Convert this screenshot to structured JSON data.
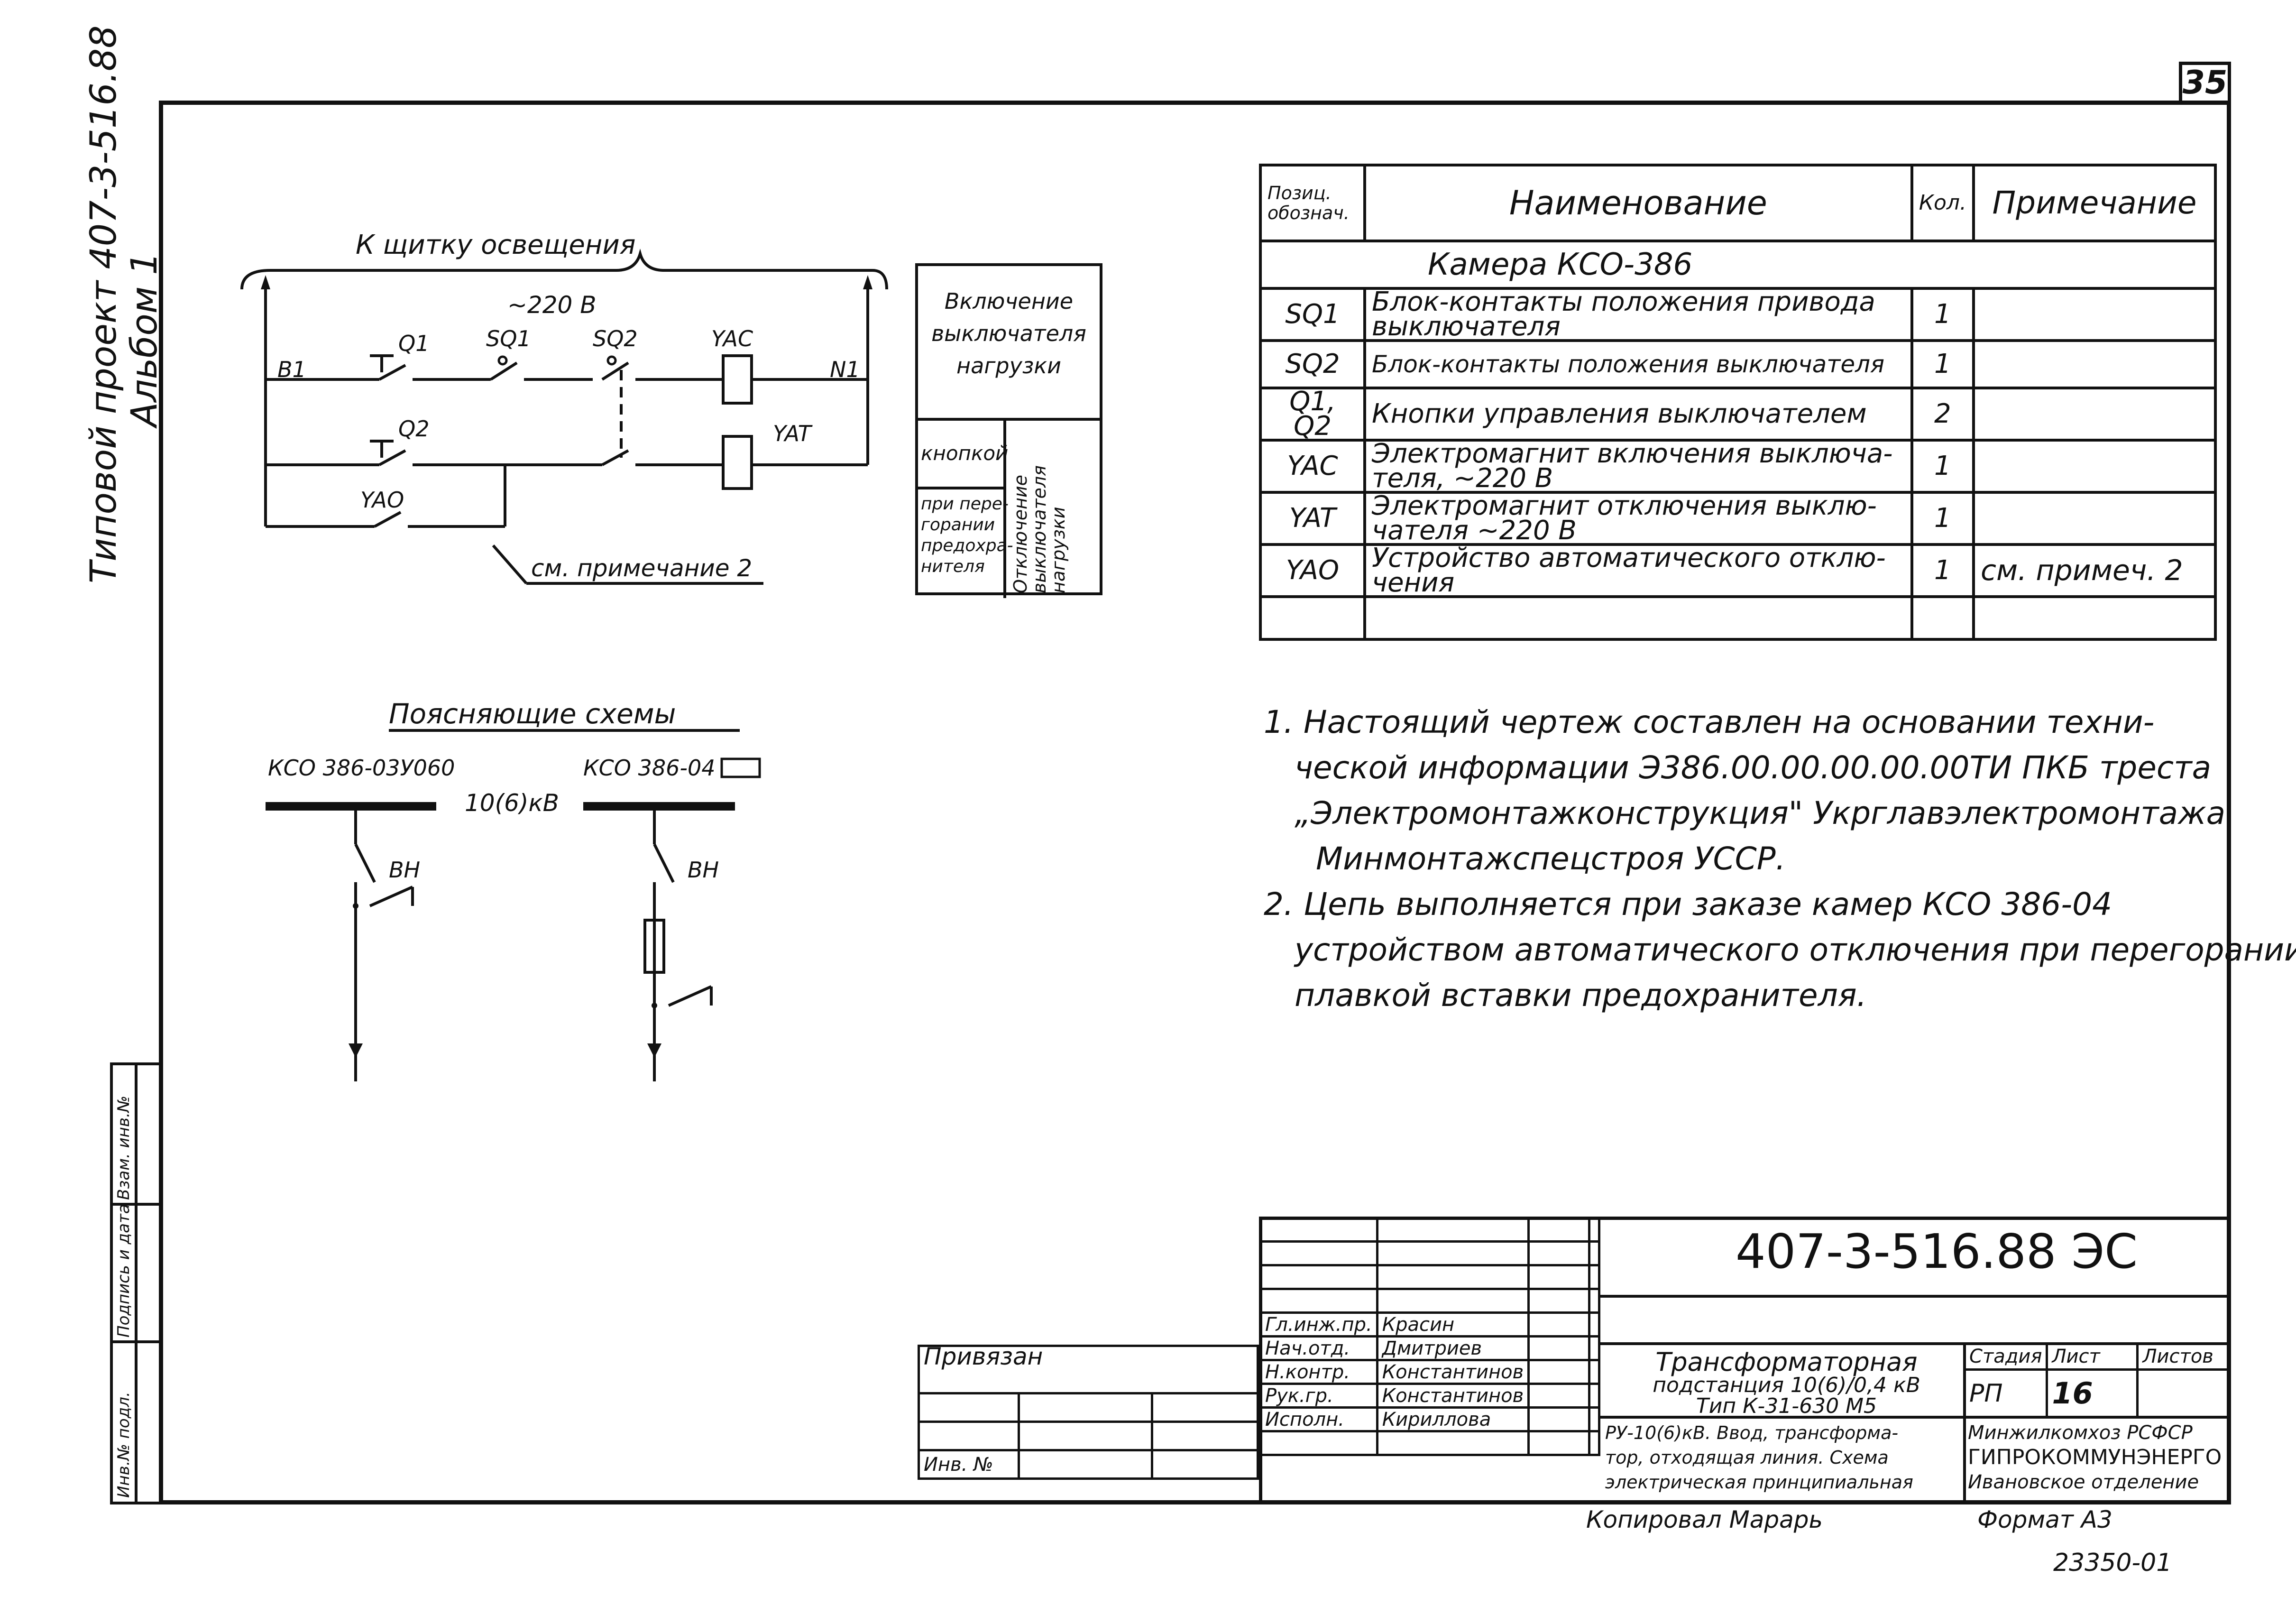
{
  "sheet": {
    "page_number": "35",
    "margin_title_line1": "Типовой проект 407-3-516.88",
    "margin_title_line2": "Альбом 1"
  },
  "stamp_strip": [
    "Инв.№ подл.",
    "Подпись и дата",
    "Взам. инв.№"
  ],
  "circuit": {
    "header": "К щитку освещения",
    "voltage": "~220 В",
    "bus_left": "B1",
    "bus_right": "N1",
    "elements": [
      "Q1",
      "SQ1",
      "SQ2",
      "YAC",
      "Q2",
      "YAT",
      "YAO"
    ],
    "note_ref": "см. примечание 2",
    "legend": {
      "on_title_1": "Включение",
      "on_title_2": "выключателя",
      "on_title_3": "нагрузки",
      "by_button": "кнопкой",
      "by_fuse_1": "при пере-",
      "by_fuse_2": "горании",
      "by_fuse_3": "предохра-",
      "by_fuse_4": "нителя",
      "off_1": "Отключение",
      "off_2": "выключателя",
      "off_3": "нагрузки"
    }
  },
  "explanatory": {
    "title": "Поясняющие схемы",
    "left_label": "КСО 386-03У060",
    "right_label": "КСО 386-04",
    "voltage": "10(6)кВ",
    "switch_left": "ВН",
    "switch_right": "ВН"
  },
  "spec_table": {
    "headers": {
      "pos_1": "Позиц.",
      "pos_2": "обознач.",
      "name": "Наименование",
      "qty": "Кол.",
      "note": "Примечание"
    },
    "group": "Камера КСО-386",
    "rows": [
      {
        "pos": "SQ1",
        "name_1": "Блок-контакты положения привода",
        "name_2": "выключателя",
        "qty": "1",
        "note": ""
      },
      {
        "pos": "SQ2",
        "name_1": "Блок-контакты положения выключателя",
        "name_2": "",
        "qty": "1",
        "note": ""
      },
      {
        "pos": "Q1, Q2",
        "name_1": "Кнопки управления выключателем",
        "name_2": "",
        "qty": "2",
        "note": ""
      },
      {
        "pos": "YAC",
        "name_1": "Электромагнит включения выключа-",
        "name_2": "теля, ~220 В",
        "qty": "1",
        "note": ""
      },
      {
        "pos": "YAT",
        "name_1": "Электромагнит отключения выклю-",
        "name_2": "чателя ~220 В",
        "qty": "1",
        "note": ""
      },
      {
        "pos": "YAO",
        "name_1": "Устройство автоматического отклю-",
        "name_2": "чения",
        "qty": "1",
        "note": "см. примеч. 2"
      }
    ]
  },
  "notes": [
    "1. Настоящий чертеж составлен на основании техни-",
    "ческой информации Э386.00.00.00.00.00ТИ ПКБ треста",
    "„Электромонтажконструкция\" Укрглавэлектромонтажа",
    "Минмонтажспецстроя УССР.",
    "2. Цепь выполняется при заказе камер КСО 386-04",
    "устройством автоматического отключения при перегорании",
    "плавкой вставки предохранителя."
  ],
  "title_block": {
    "doc_code": "407-3-516.88 ЭС",
    "project_1": "Трансформаторная",
    "project_2": "подстанция 10(6)/0,4 кВ",
    "project_3": "Тип К-31-630 М5",
    "stage_h": "Стадия",
    "sheet_h": "Лист",
    "sheets_h": "Листов",
    "stage": "РП",
    "sheet": "16",
    "sheet_title_1": "РУ-10(6)кВ. Ввод, трансформа-",
    "sheet_title_2": "тор, отходящая линия. Схема",
    "sheet_title_3": "электрическая принципиальная",
    "org_1": "Минжилкомхоз РСФСР",
    "org_2": "ГИПРОКОММУНЭНЕРГО",
    "org_3": "Ивановское отделение",
    "roles": [
      {
        "role": "Гл.инж.пр.",
        "name": "Красин"
      },
      {
        "role": "Нач.отд.",
        "name": "Дмитриев"
      },
      {
        "role": "Н.контр.",
        "name": "Константинов"
      },
      {
        "role": "Рук.гр.",
        "name": "Константинов"
      },
      {
        "role": "Исполн.",
        "name": "Кириллова"
      }
    ],
    "bound": "Привязан",
    "inv": "Инв. №",
    "copied_label": "Копировал",
    "copied_name": "Марарь",
    "format": "Формат А3",
    "drawing_no": "23350-01"
  }
}
